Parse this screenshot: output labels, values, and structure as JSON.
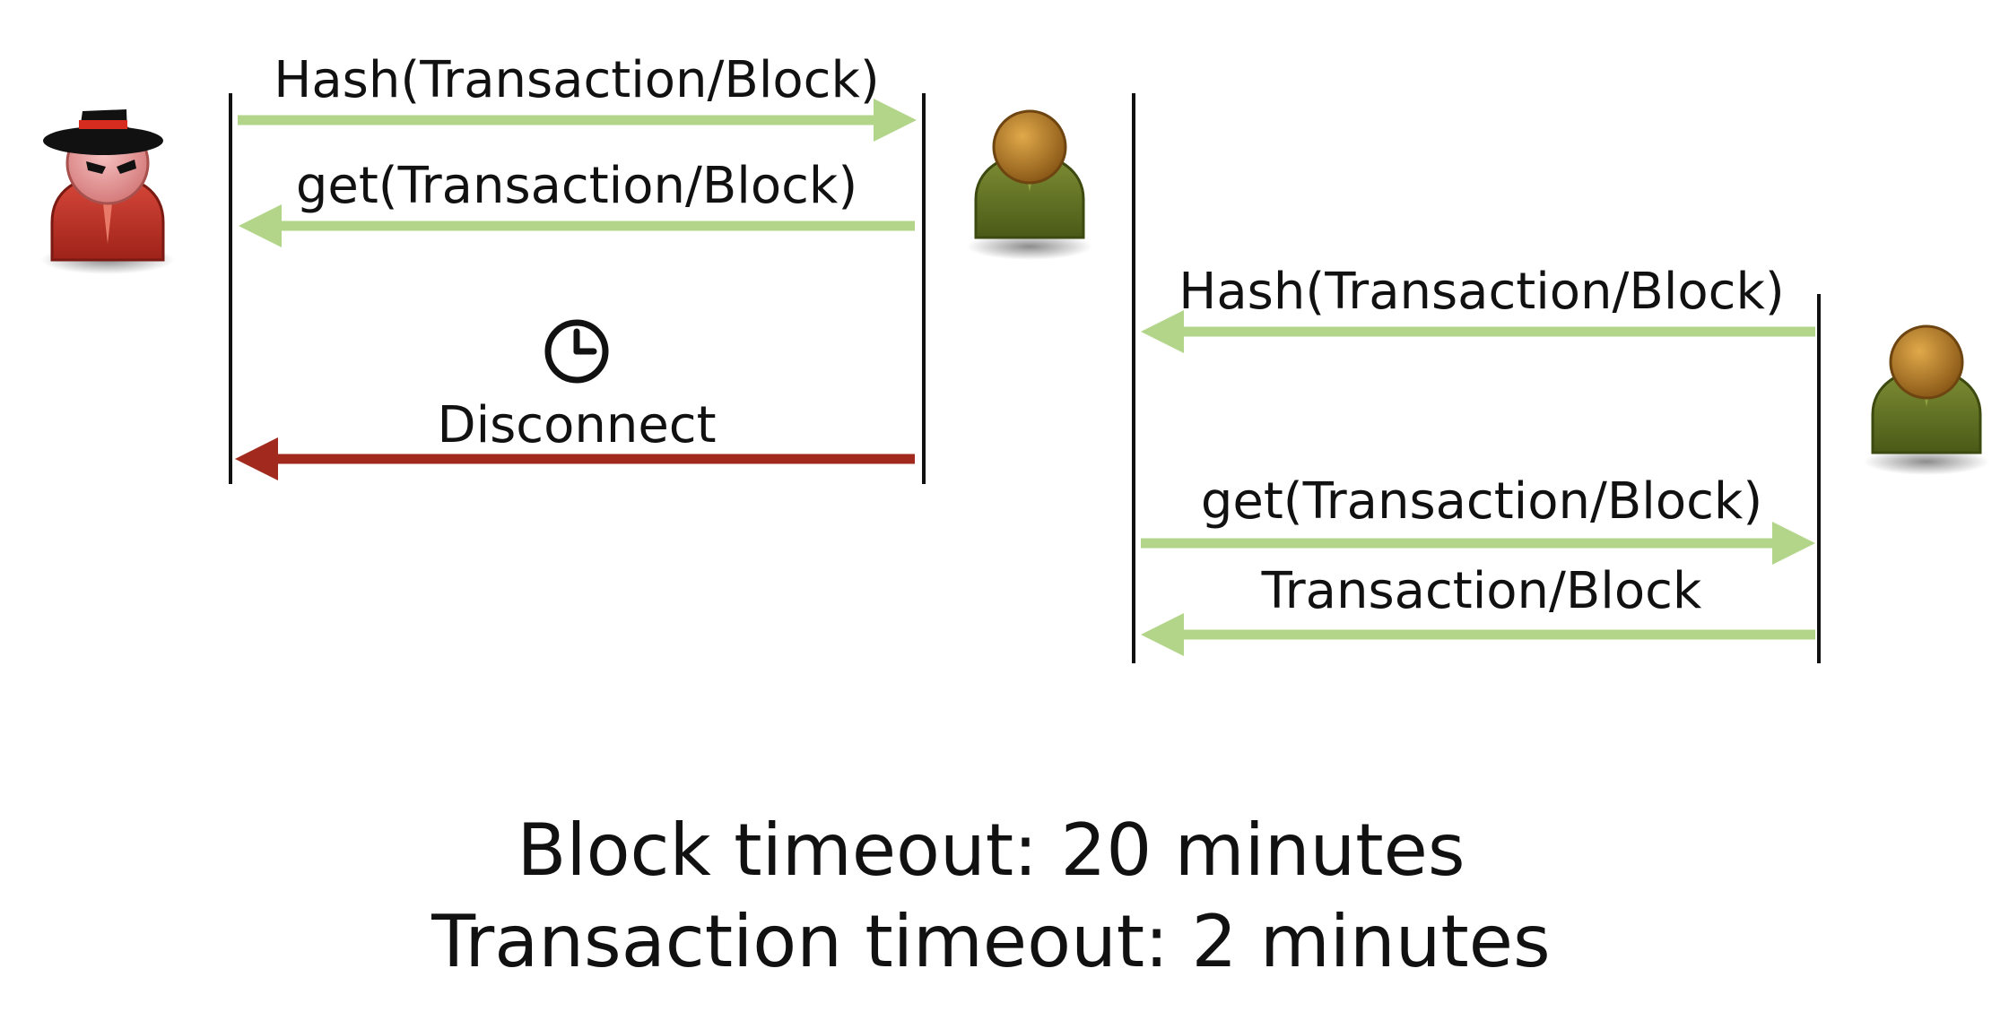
{
  "colors": {
    "message_arrow": "#b2d58a",
    "disconnect_arrow": "#a1291d",
    "lifeline": "#111111",
    "attacker": "#c0392b",
    "peer": "#6b7b2a",
    "peer_head": "#b07a2a"
  },
  "icons": {
    "attacker": "spy-icon",
    "peer": "user-icon",
    "timeout": "clock-icon"
  },
  "left_exchange": {
    "msg1": "Hash(Transaction/Block)",
    "msg2": "get(Transaction/Block)",
    "disconnect": "Disconnect"
  },
  "right_exchange": {
    "msg1": "Hash(Transaction/Block)",
    "msg2": "get(Transaction/Block)",
    "msg3": "Transaction/Block"
  },
  "captions": {
    "block_timeout": "Block timeout: 20 minutes",
    "tx_timeout": "Transaction timeout: 2 minutes"
  }
}
